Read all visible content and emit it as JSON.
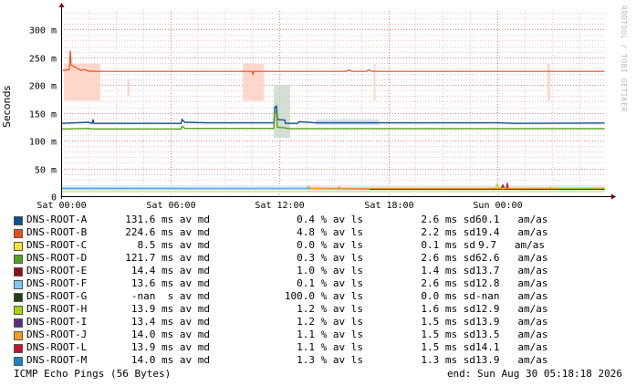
{
  "chart_data": {
    "type": "line",
    "ylabel": "Seconds",
    "ylim": [
      0,
      0.3333
    ],
    "y_ticks": [
      {
        "v": 0,
        "label": "0"
      },
      {
        "v": 0.05,
        "label": "50 m"
      },
      {
        "v": 0.1,
        "label": "100 m"
      },
      {
        "v": 0.15,
        "label": "150 m"
      },
      {
        "v": 0.2,
        "label": "200 m"
      },
      {
        "v": 0.25,
        "label": "250 m"
      },
      {
        "v": 0.3,
        "label": "300 m"
      }
    ],
    "x_ticks": [
      {
        "h": 0,
        "label": "Sat 00:00"
      },
      {
        "h": 6,
        "label": "Sat 06:00"
      },
      {
        "h": 12,
        "label": "Sat 12:00"
      },
      {
        "h": 18,
        "label": "Sat 18:00"
      },
      {
        "h": 24,
        "label": "Sun 00:00"
      }
    ],
    "x_range_hours": [
      0,
      29.97
    ],
    "grid": true,
    "series": [
      {
        "name": "DNS-ROOT-A",
        "color": "#0d4f8f",
        "avg_ms": 131.6
      },
      {
        "name": "DNS-ROOT-B",
        "color": "#ee4a1a",
        "avg_ms": 224.6
      },
      {
        "name": "DNS-ROOT-C",
        "color": "#ffe033",
        "avg_ms": 8.5
      },
      {
        "name": "DNS-ROOT-D",
        "color": "#54a11d",
        "avg_ms": 121.7
      },
      {
        "name": "DNS-ROOT-E",
        "color": "#8a0e19",
        "avg_ms": 14.4
      },
      {
        "name": "DNS-ROOT-F",
        "color": "#80c9f5",
        "avg_ms": 13.6
      },
      {
        "name": "DNS-ROOT-G",
        "color": "#22400a",
        "avg_ms": null
      },
      {
        "name": "DNS-ROOT-H",
        "color": "#a9d40c",
        "avg_ms": 13.9
      },
      {
        "name": "DNS-ROOT-I",
        "color": "#5b2b84",
        "avg_ms": 13.4
      },
      {
        "name": "DNS-ROOT-J",
        "color": "#f59a24",
        "avg_ms": 14.0
      },
      {
        "name": "DNS-ROOT-L",
        "color": "#c8102e",
        "avg_ms": 13.9
      },
      {
        "name": "DNS-ROOT-M",
        "color": "#1a84c7",
        "avg_ms": 14.0
      }
    ]
  },
  "legend": [
    {
      "name": "DNS-ROOT-A",
      "av": "131.6 ms av md",
      "ls": "0.4 % av ls",
      "sd": "2.6 ms sd",
      "aa": "60.1   am/as"
    },
    {
      "name": "DNS-ROOT-B",
      "av": "224.6 ms av md",
      "ls": "4.8 % av ls",
      "sd": "2.2 ms sd",
      "aa": "19.4   am/as"
    },
    {
      "name": "DNS-ROOT-C",
      "av": "8.5 ms av md",
      "ls": "0.0 % av ls",
      "sd": "0.1 ms sd",
      "aa": "9.7   am/as"
    },
    {
      "name": "DNS-ROOT-D",
      "av": "121.7 ms av md",
      "ls": "0.3 % av ls",
      "sd": "2.6 ms sd",
      "aa": "62.6   am/as"
    },
    {
      "name": "DNS-ROOT-E",
      "av": "14.4 ms av md",
      "ls": "1.0 % av ls",
      "sd": "1.4 ms sd",
      "aa": "13.7   am/as"
    },
    {
      "name": "DNS-ROOT-F",
      "av": "13.6 ms av md",
      "ls": "0.1 % av ls",
      "sd": "2.6 ms sd",
      "aa": "12.8   am/as"
    },
    {
      "name": "DNS-ROOT-G",
      "av": "-nan  s av md",
      "ls": "100.0 % av ls",
      "sd": "0.0 ms sd",
      "aa": "-nan   am/as"
    },
    {
      "name": "DNS-ROOT-H",
      "av": "13.9 ms av md",
      "ls": "1.2 % av ls",
      "sd": "1.6 ms sd",
      "aa": "12.9   am/as"
    },
    {
      "name": "DNS-ROOT-I",
      "av": "13.4 ms av md",
      "ls": "1.2 % av ls",
      "sd": "1.5 ms sd",
      "aa": "13.9   am/as"
    },
    {
      "name": "DNS-ROOT-J",
      "av": "14.0 ms av md",
      "ls": "1.1 % av ls",
      "sd": "1.5 ms sd",
      "aa": "13.5   am/as"
    },
    {
      "name": "DNS-ROOT-L",
      "av": "13.9 ms av md",
      "ls": "1.1 % av ls",
      "sd": "1.5 ms sd",
      "aa": "14.1   am/as"
    },
    {
      "name": "DNS-ROOT-M",
      "av": "14.0 ms av md",
      "ls": "1.3 % av ls",
      "sd": "1.3 ms sd",
      "aa": "13.9   am/as"
    }
  ],
  "footer": {
    "left": "ICMP Echo Pings (56 Bytes)",
    "right": "end: Sun Aug 30 05:18:18 2026"
  },
  "watermark": "RRDTOOL / TOBI OETIKER"
}
